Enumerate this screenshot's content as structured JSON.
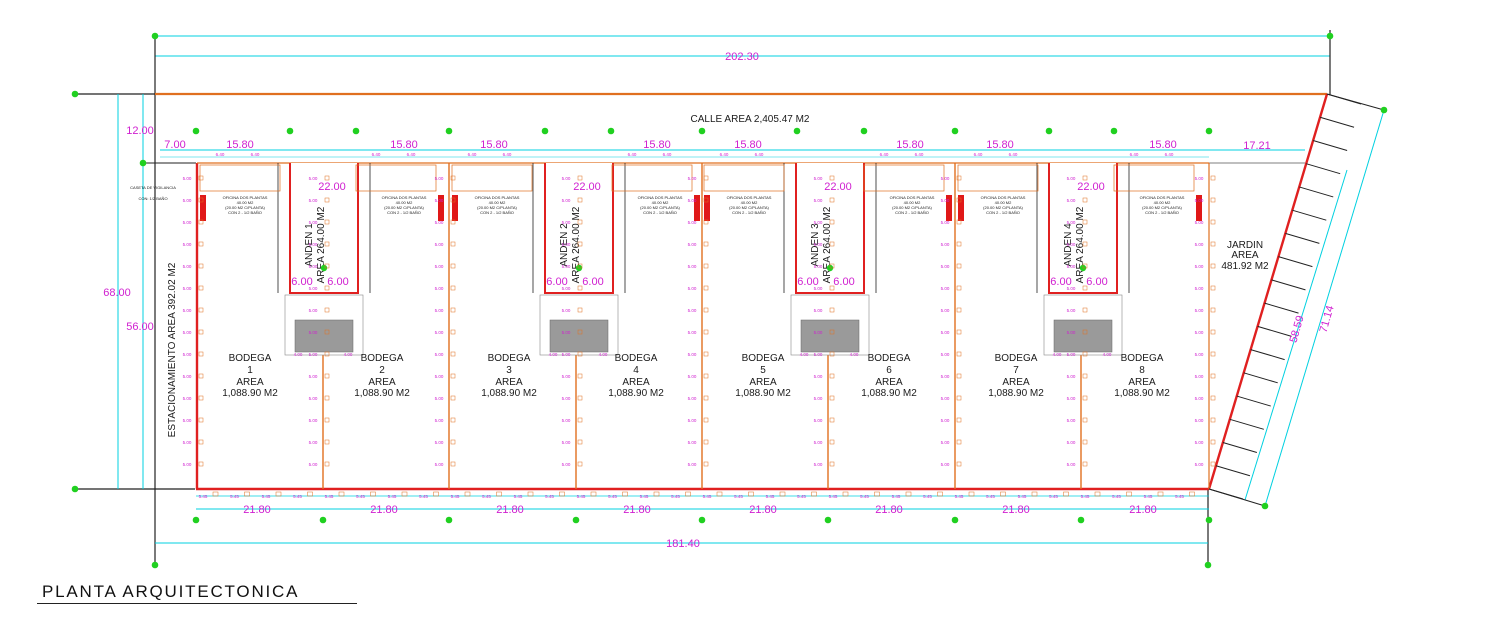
{
  "dimensions": {
    "total_top": "202.30",
    "total_bottom": "181.40",
    "height_total": "68.00",
    "height_inner": "56.00",
    "street_depth": "12.00",
    "left_offset": "7.00",
    "right_offset": "17.21",
    "module_width": "15.80",
    "anden_depth": "22.00",
    "anden_width": "6.00",
    "bodega_width": "21.80",
    "diagonal_outer": "71.14",
    "diagonal_inner": "58.59",
    "small_bay": "5.45",
    "small_office": "6.40",
    "small_gap": "3.00",
    "small_side": "5.00",
    "small_ramp": "4.00"
  },
  "areas": {
    "calle": "CALLE AREA 2,405.47 M2",
    "estacionamiento": "ESTACIONAMIENTO AREA 392.02 M2",
    "jardin_label": "JARDIN",
    "jardin_area_word": "AREA",
    "jardin_value": "481.92  M2",
    "caseta": "CASETA DE VIGILANCIA",
    "caseta_sub": "CON: 1/2 BAÑO"
  },
  "andenes": [
    {
      "name": "ANDEN 1",
      "area": "AREA 264.00 M2"
    },
    {
      "name": "ANDEN 2",
      "area": "AREA 264.00 M2"
    },
    {
      "name": "ANDEN 3",
      "area": "AREA 264.00 M2"
    },
    {
      "name": "ANDEN 4",
      "area": "AREA 264.00 M2"
    }
  ],
  "bodegas": [
    {
      "name": "BODEGA",
      "num": "1",
      "area_word": "AREA",
      "area": "1,088.90 M2"
    },
    {
      "name": "BODEGA",
      "num": "2",
      "area_word": "AREA",
      "area": "1,088.90 M2"
    },
    {
      "name": "BODEGA",
      "num": "3",
      "area_word": "AREA",
      "area": "1,088.90 M2"
    },
    {
      "name": "BODEGA",
      "num": "4",
      "area_word": "AREA",
      "area": "1,088.90 M2"
    },
    {
      "name": "BODEGA",
      "num": "5",
      "area_word": "AREA",
      "area": "1,088.90 M2"
    },
    {
      "name": "BODEGA",
      "num": "6",
      "area_word": "AREA",
      "area": "1,088.90 M2"
    },
    {
      "name": "BODEGA",
      "num": "7",
      "area_word": "AREA",
      "area": "1,088.90 M2"
    },
    {
      "name": "BODEGA",
      "num": "8",
      "area_word": "AREA",
      "area": "1,088.90 M2"
    }
  ],
  "oficina": {
    "line1": "OFICINA DOS PLANTAS",
    "line2": "40.00 M2",
    "line3": "(20.00 M2 C/PLANTA)",
    "line4": "CON 2 - 1/2  BAÑO"
  },
  "title": "PLANTA  ARQUITECTONICA"
}
